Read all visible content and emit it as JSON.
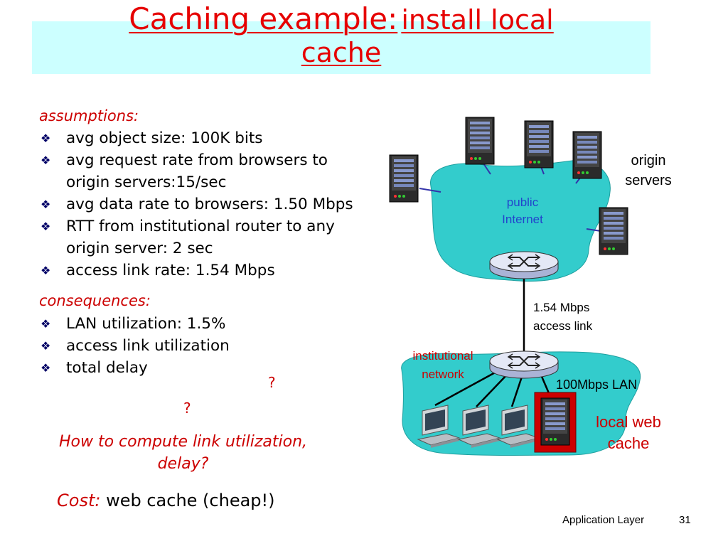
{
  "title": {
    "main": "Caching example:",
    "sub_part": "install local",
    "sub_line2": "cache"
  },
  "assumptions": {
    "heading": "assumptions:",
    "items": [
      "avg object size: 100K bits",
      "avg request rate from browsers to origin servers:15/sec",
      "avg data rate to browsers: 1.50 Mbps",
      "RTT from institutional router to any origin server: 2 sec",
      "access link rate: 1.54 Mbps"
    ]
  },
  "consequences": {
    "heading": "consequences:",
    "items": [
      "LAN utilization: 1.5%",
      "access link utilization",
      "total delay"
    ],
    "mark": "?"
  },
  "howto": "How to compute link utilization, delay?",
  "cost": {
    "label": "Cost:",
    "text": " web cache (cheap!)"
  },
  "diagram": {
    "origin_servers": "origin servers",
    "public_internet": "public Internet",
    "access_link": "1.54 Mbps access link",
    "institutional_network": "institutional network",
    "lan": "100Mbps LAN",
    "local_web_cache": "local web cache"
  },
  "footer": {
    "chapter": "Application Layer",
    "page": "31"
  },
  "colors": {
    "title_red": "#e60000",
    "title_band": "#ccffff",
    "cloud": "#33cccc",
    "link_blue": "#3333aa",
    "cache_red": "#cc0000"
  }
}
